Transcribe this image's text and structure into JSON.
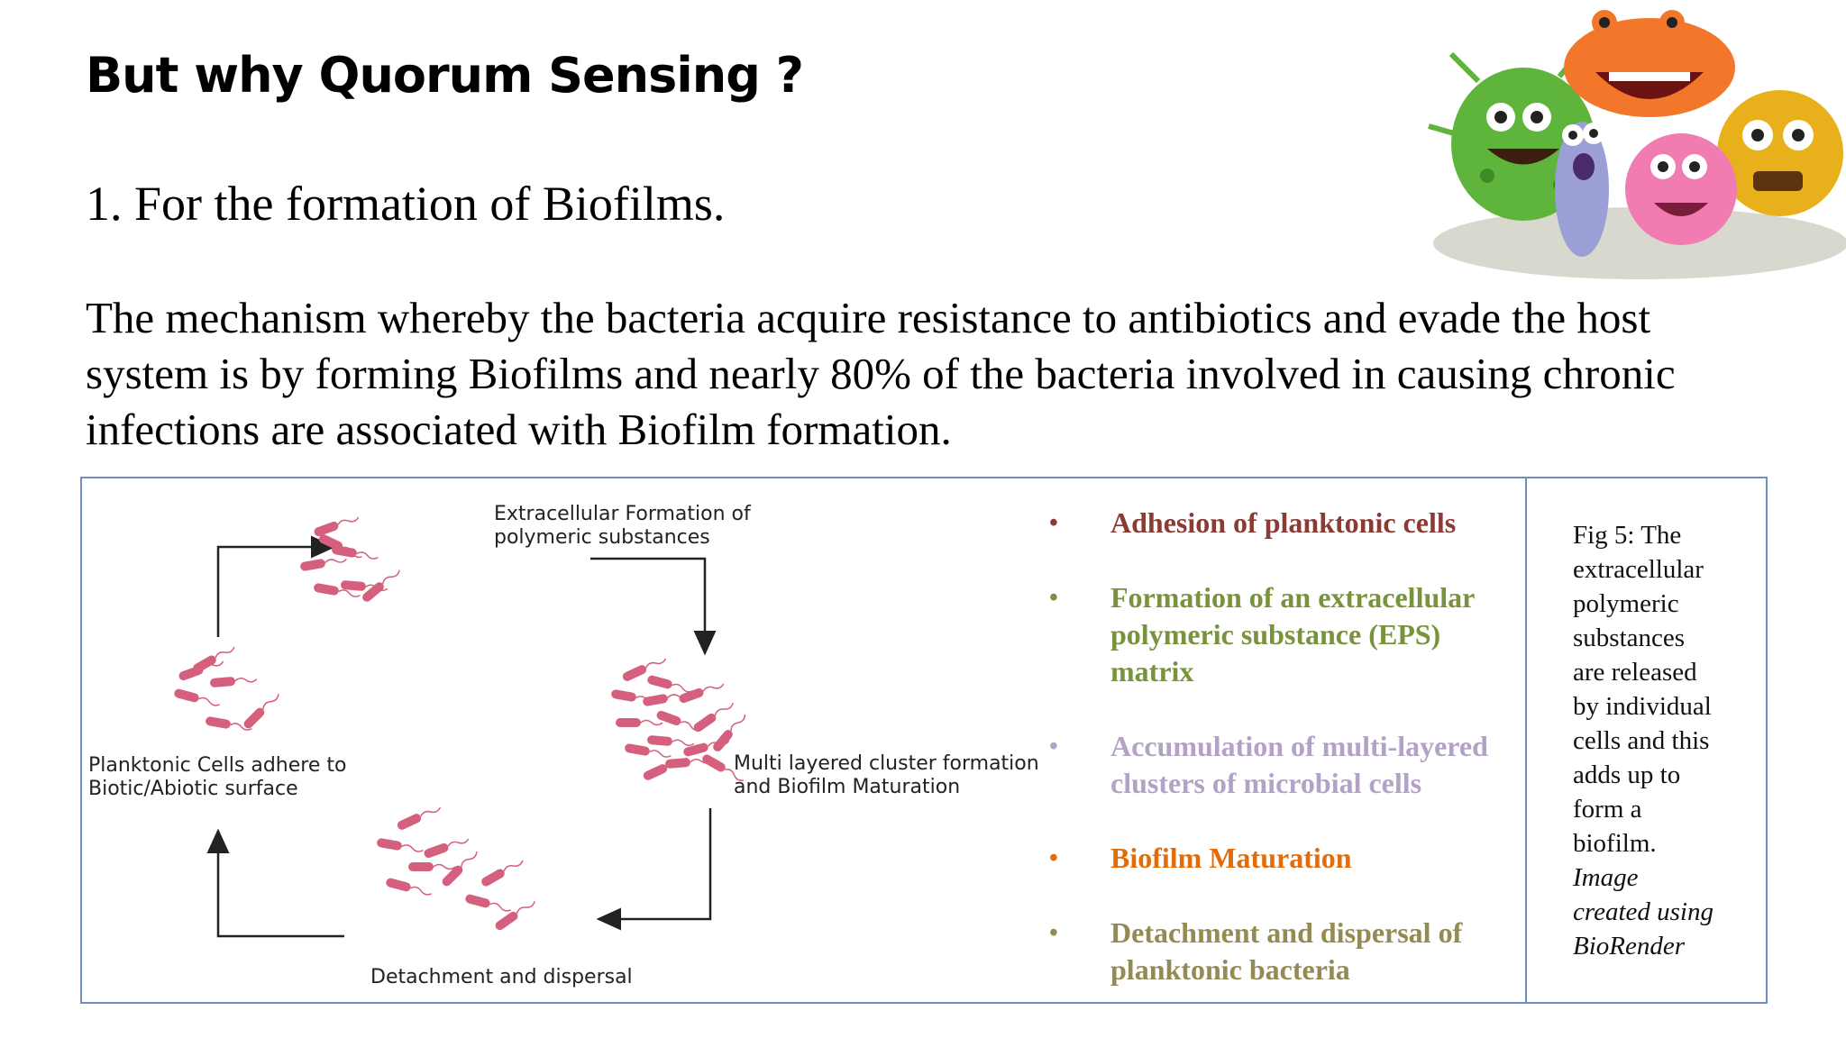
{
  "slide": {
    "title": "But why Quorum Sensing ?",
    "subtitle": "1. For the formation of Biofilms.",
    "paragraph_lines": [
      "The mechanism whereby the bacteria acquire resistance to antibiotics and evade the host",
      "system is by forming Biofilms and nearly 80% of the bacteria involved in causing chronic",
      "infections are associated with Biofilm formation."
    ]
  },
  "diagram": {
    "label_top": [
      "Extracellular Formation of",
      "polymeric substances"
    ],
    "label_left": [
      "Planktonic Cells adhere to",
      "Biotic/Abiotic surface"
    ],
    "label_right": [
      "Multi layered cluster formation",
      "and Biofilm Maturation"
    ],
    "label_bottom": "Detachment and dispersal",
    "bacteria_color": "#d4607e",
    "arrow_color": "#222222"
  },
  "steps": [
    {
      "lines": [
        "Adhesion of planktonic cells"
      ],
      "color": "#8b3a34",
      "bullet": "•"
    },
    {
      "lines": [
        "Formation of an extracellular",
        "polymeric substance (EPS)",
        "matrix"
      ],
      "color": "#77933c",
      "bullet": "•"
    },
    {
      "lines": [
        "Accumulation of multi-layered",
        "clusters of microbial cells"
      ],
      "color": "#b3a2c7",
      "bullet": "•"
    },
    {
      "lines": [
        "Biofilm Maturation"
      ],
      "color": "#e36c09",
      "bullet": "•"
    },
    {
      "lines": [
        "Detachment and dispersal of",
        "planktonic bacteria"
      ],
      "color": "#948a54",
      "bullet": "•"
    }
  ],
  "caption": {
    "lines": [
      "Fig 5: The",
      "extracellular",
      "polymeric",
      "substances",
      "are released",
      "by individual",
      "cells and this",
      "adds up to",
      "form a",
      "biofilm."
    ],
    "italic_lines": [
      "Image",
      "created using",
      "BioRender"
    ]
  },
  "frame_color": "#6b90c0"
}
